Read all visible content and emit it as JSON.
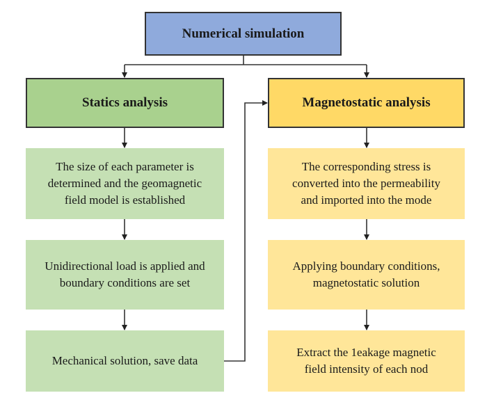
{
  "diagram": {
    "root": {
      "label": "Numerical simulation",
      "color": "#8faadc"
    },
    "branches": [
      {
        "id": "statics",
        "label": "Statics analysis",
        "header_color": "#a9d18e",
        "step_color": "#c5e0b4",
        "steps": [
          "The size of each parameter is\ndetermined and the geomagnetic\nfield model is established",
          "Unidirectional load is applied and\nboundary conditions are set",
          "Mechanical solution, save data"
        ]
      },
      {
        "id": "magnetostatic",
        "label": "Magnetostatic analysis",
        "header_color": "#ffd966",
        "step_color": "#ffe699",
        "steps": [
          "The corresponding stress is\nconverted into the permeability\nand imported into the mode",
          "Applying boundary conditions,\nmagnetostatic solution",
          "Extract the 1eakage magnetic\nfield intensity of each nod"
        ]
      }
    ],
    "edges": [
      {
        "from": "root",
        "to": "statics-header"
      },
      {
        "from": "root",
        "to": "magnetostatic-header"
      },
      {
        "from": "statics-header",
        "to": "statics-step-1"
      },
      {
        "from": "statics-step-1",
        "to": "statics-step-2"
      },
      {
        "from": "statics-step-2",
        "to": "statics-step-3"
      },
      {
        "from": "magnetostatic-header",
        "to": "magnetostatic-step-1"
      },
      {
        "from": "magnetostatic-step-1",
        "to": "magnetostatic-step-2"
      },
      {
        "from": "magnetostatic-step-2",
        "to": "magnetostatic-step-3"
      },
      {
        "from": "statics-step-3",
        "to": "magnetostatic-header",
        "type": "feedback-bidirectional"
      }
    ],
    "line_color": "#333333"
  }
}
